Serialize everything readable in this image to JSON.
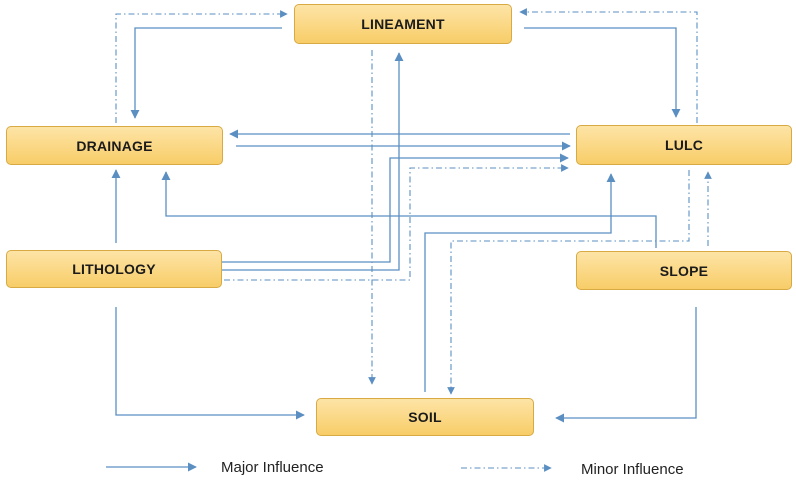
{
  "nodes": {
    "lineament": "LINEAMENT",
    "drainage": "DRAINAGE",
    "lulc": "LULC",
    "lithology": "LITHOLOGY",
    "slope": "SLOPE",
    "soil": "SOIL"
  },
  "edges": [
    {
      "from": "LINEAMENT",
      "to": "DRAINAGE",
      "type": "major"
    },
    {
      "from": "LINEAMENT",
      "to": "LULC",
      "type": "major"
    },
    {
      "from": "LULC",
      "to": "DRAINAGE",
      "type": "major"
    },
    {
      "from": "DRAINAGE",
      "to": "LULC",
      "type": "major"
    },
    {
      "from": "LITHOLOGY",
      "to": "DRAINAGE",
      "type": "major"
    },
    {
      "from": "LITHOLOGY",
      "to": "LINEAMENT",
      "type": "major"
    },
    {
      "from": "LITHOLOGY",
      "to": "LULC",
      "type": "major"
    },
    {
      "from": "LITHOLOGY",
      "to": "SOIL",
      "type": "major"
    },
    {
      "from": "SLOPE",
      "to": "DRAINAGE",
      "type": "major"
    },
    {
      "from": "SLOPE",
      "to": "SOIL",
      "type": "major"
    },
    {
      "from": "SOIL",
      "to": "LULC",
      "type": "major"
    },
    {
      "from": "DRAINAGE",
      "to": "LINEAMENT",
      "type": "minor"
    },
    {
      "from": "LULC",
      "to": "LINEAMENT",
      "type": "minor"
    },
    {
      "from": "LINEAMENT",
      "to": "SOIL",
      "type": "minor"
    },
    {
      "from": "LITHOLOGY",
      "to": "LULC",
      "type": "minor"
    },
    {
      "from": "SLOPE",
      "to": "LULC",
      "type": "minor"
    },
    {
      "from": "LULC",
      "to": "SOIL",
      "type": "minor"
    }
  ],
  "legend": {
    "major_label": "Major Influence",
    "minor_label": "Minor Influence"
  },
  "colors": {
    "line": "#5b8fc2",
    "box_top": "#fde4a6",
    "box_bottom": "#f8cd68",
    "box_border": "#d7aa44"
  }
}
